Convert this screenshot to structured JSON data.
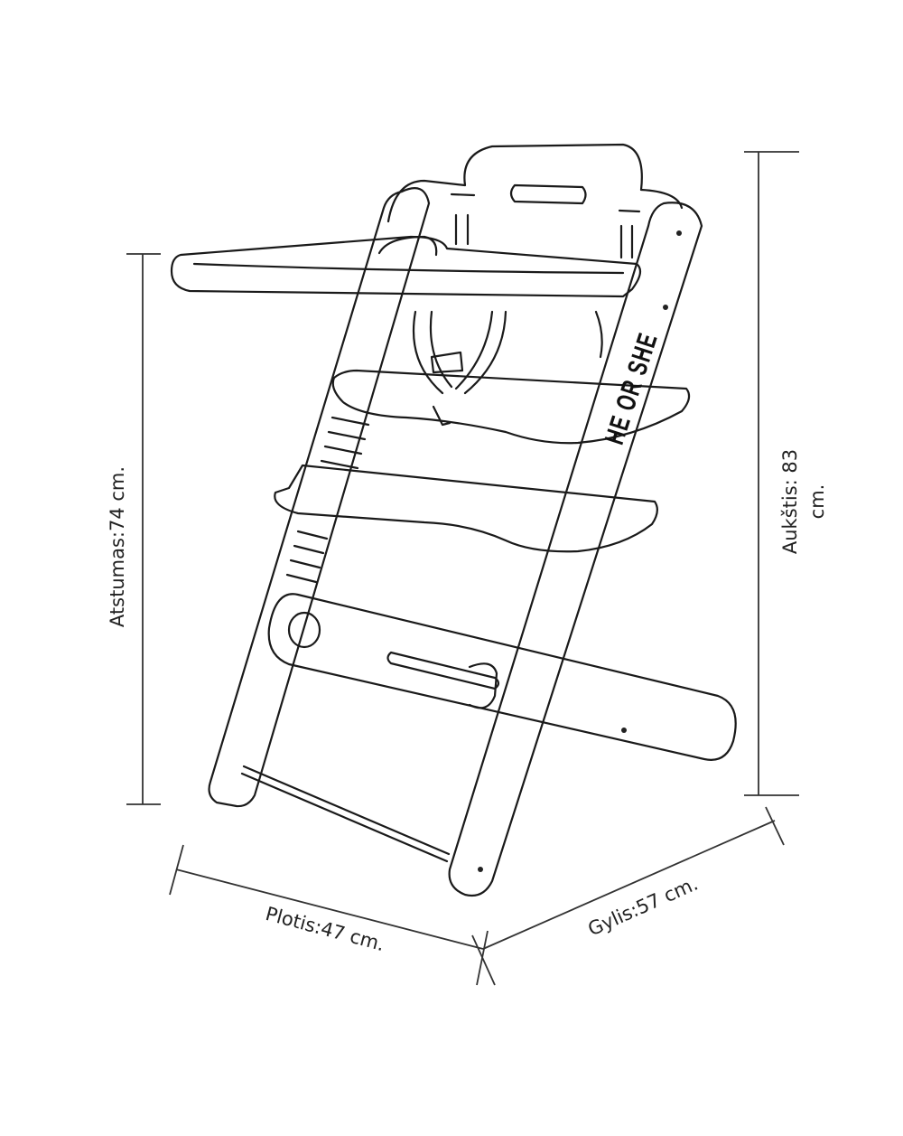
{
  "title": "High chair dimensions",
  "brand": "HE OR SHE",
  "dimensions": {
    "distance": "Atstumas:74 cm.",
    "height_line1": "Aukštis: 83",
    "height_line2": "cm.",
    "width": "Plotis:47 cm.",
    "depth": "Gylis:57 cm."
  }
}
